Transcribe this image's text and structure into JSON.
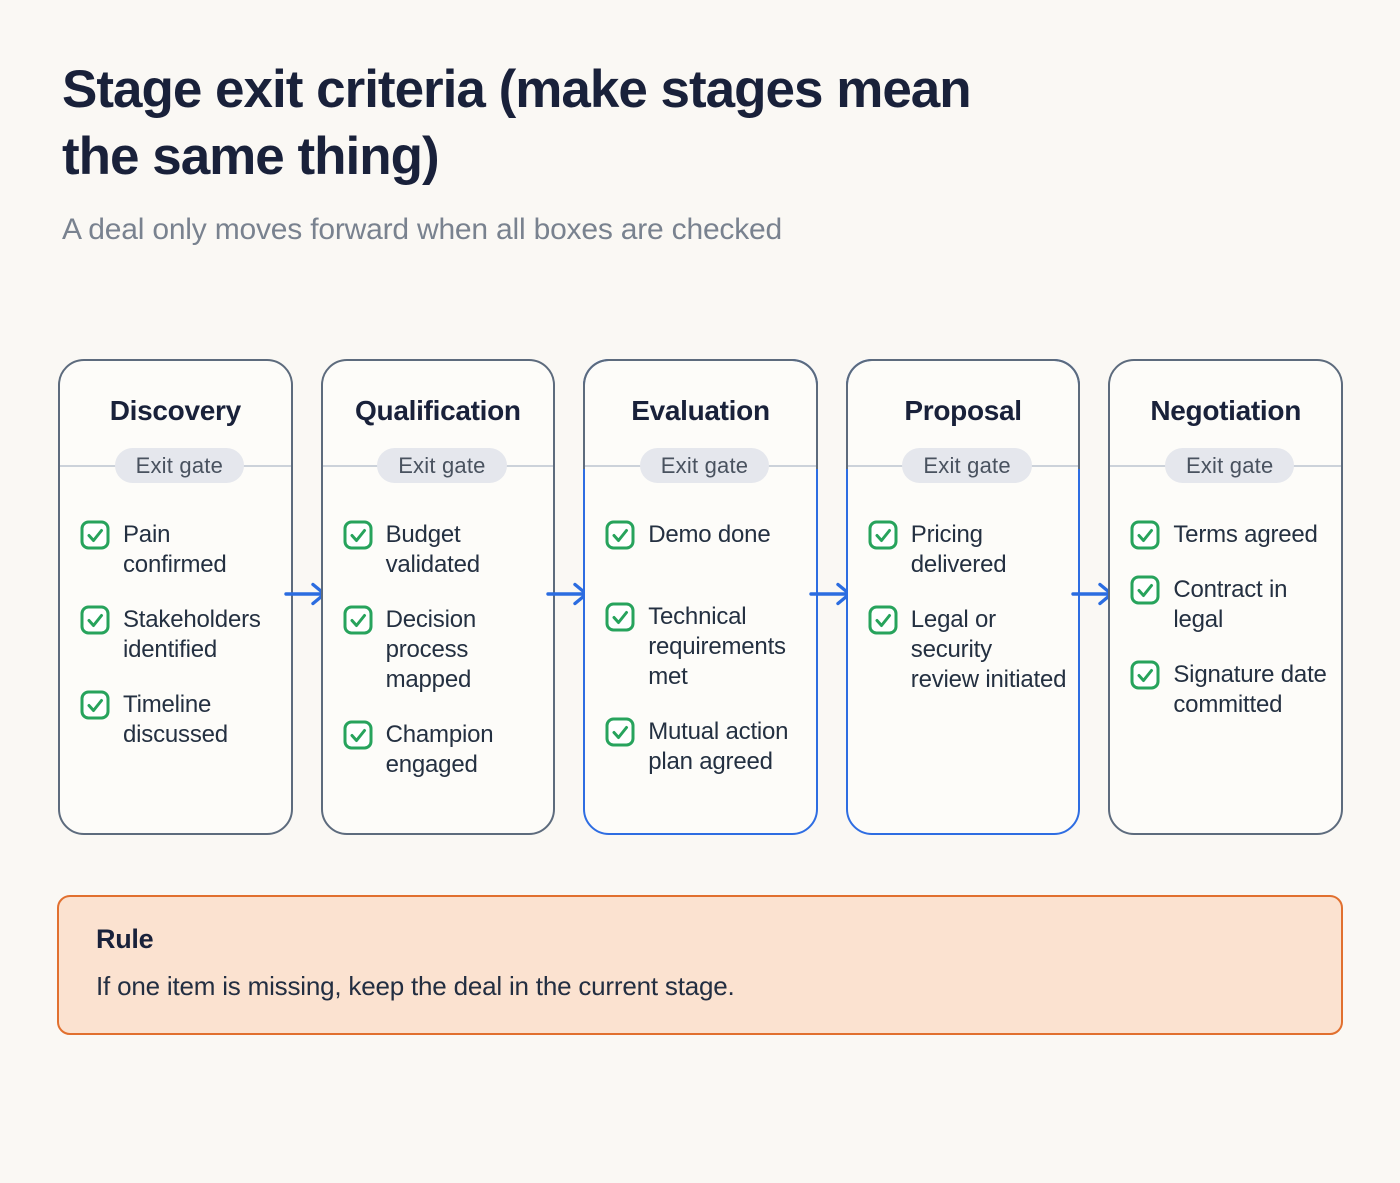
{
  "colors": {
    "page_bg": "#FAF8F4",
    "card_border_gray": "#5D6B7D",
    "accent_blue": "#2B6CE0",
    "check_green": "#27A35C",
    "pill_bg": "#E5E7ED",
    "rule_bg": "#FBE2D0",
    "rule_border": "#E1702F",
    "title_navy": "#19213A",
    "subtitle_gray": "#79828F"
  },
  "icons": {
    "checkbox": "checkbox-checked-icon",
    "connector": "arrow-right-icon"
  },
  "header": {
    "title": "Stage exit criteria (make stages mean the same thing)",
    "subtitle": "A deal only moves forward when all boxes are checked"
  },
  "stages": [
    {
      "name": "Discovery",
      "gate_label": "Exit gate",
      "highlighted": false,
      "items": [
        "Pain confirmed",
        "Stakeholders identified",
        "Timeline discussed"
      ]
    },
    {
      "name": "Qualification",
      "gate_label": "Exit gate",
      "highlighted": false,
      "items": [
        "Budget validated",
        "Decision process mapped",
        "Champion engaged"
      ]
    },
    {
      "name": "Evaluation",
      "gate_label": "Exit gate",
      "highlighted": true,
      "items": [
        "Demo done",
        "Technical requirements met",
        "Mutual action plan agreed"
      ]
    },
    {
      "name": "Proposal",
      "gate_label": "Exit gate",
      "highlighted": true,
      "items": [
        "Pricing delivered",
        "Legal or security review initiated"
      ]
    },
    {
      "name": "Negotiation",
      "gate_label": "Exit gate",
      "highlighted": false,
      "items": [
        "Terms agreed",
        "Contract in legal",
        "Signature date committed"
      ]
    }
  ],
  "rule": {
    "title": "Rule",
    "text": "If one item is missing, keep the deal in the current stage."
  }
}
